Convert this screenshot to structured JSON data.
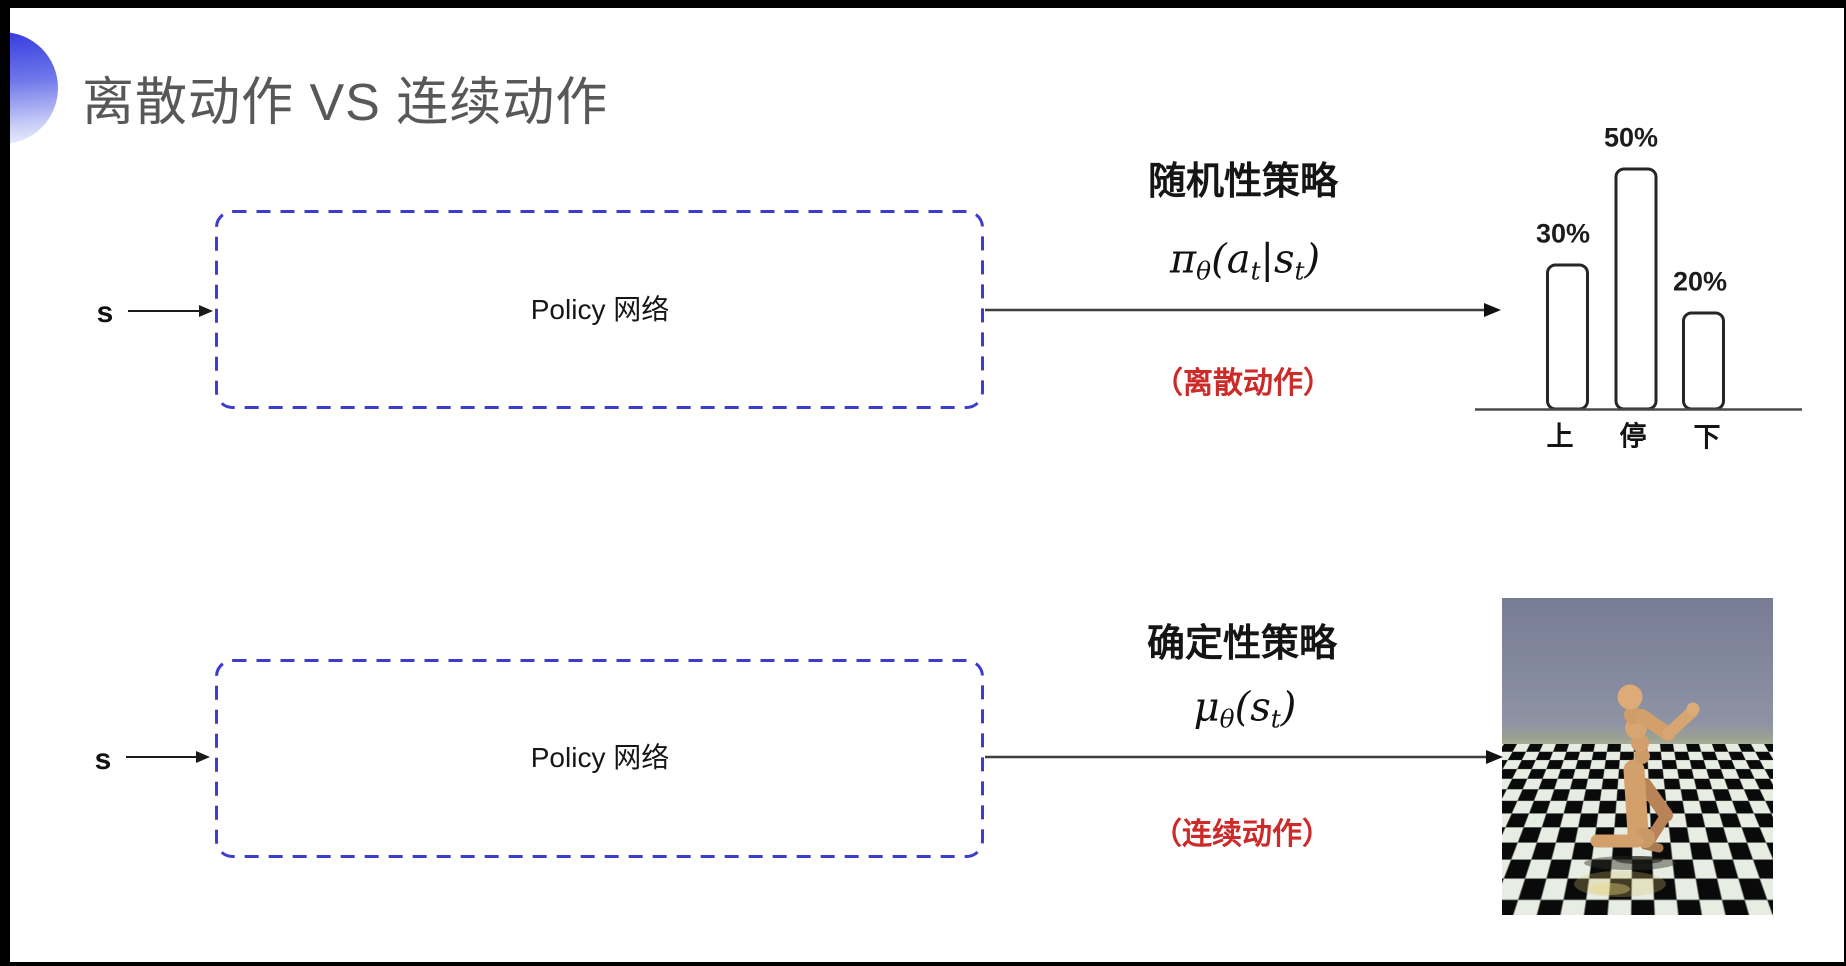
{
  "slide": {
    "title": "离散动作 VS 连续动作"
  },
  "top_flow": {
    "input_label": "s",
    "box_label": "Policy 网络",
    "policy_type": "随机性策略",
    "policy_formula": "π_θ(a_t|s_t)",
    "action_note": "（离散动作）"
  },
  "bottom_flow": {
    "input_label": "s",
    "box_label": "Policy 网络",
    "policy_type": "确定性策略",
    "policy_formula": "μ_θ(s_t)",
    "action_note": "（连续动作）"
  },
  "chart_data": {
    "type": "bar",
    "categories": [
      "上",
      "停",
      "下"
    ],
    "values": [
      30,
      50,
      20
    ],
    "value_labels": [
      "30%",
      "50%",
      "20%"
    ],
    "title": "",
    "xlabel": "",
    "ylabel": "",
    "ylim": [
      0,
      100
    ],
    "grid": false,
    "legend": false
  },
  "sim_image": {
    "description": "humanoid robot running on a black-and-white checkerboard floor, physics-simulation render"
  },
  "colors": {
    "box_dash_blue": "#3c3ccd",
    "highlight_red": "#cd2a2a",
    "title_gray": "#585858",
    "humanoid_tan": "#d3a06c"
  }
}
